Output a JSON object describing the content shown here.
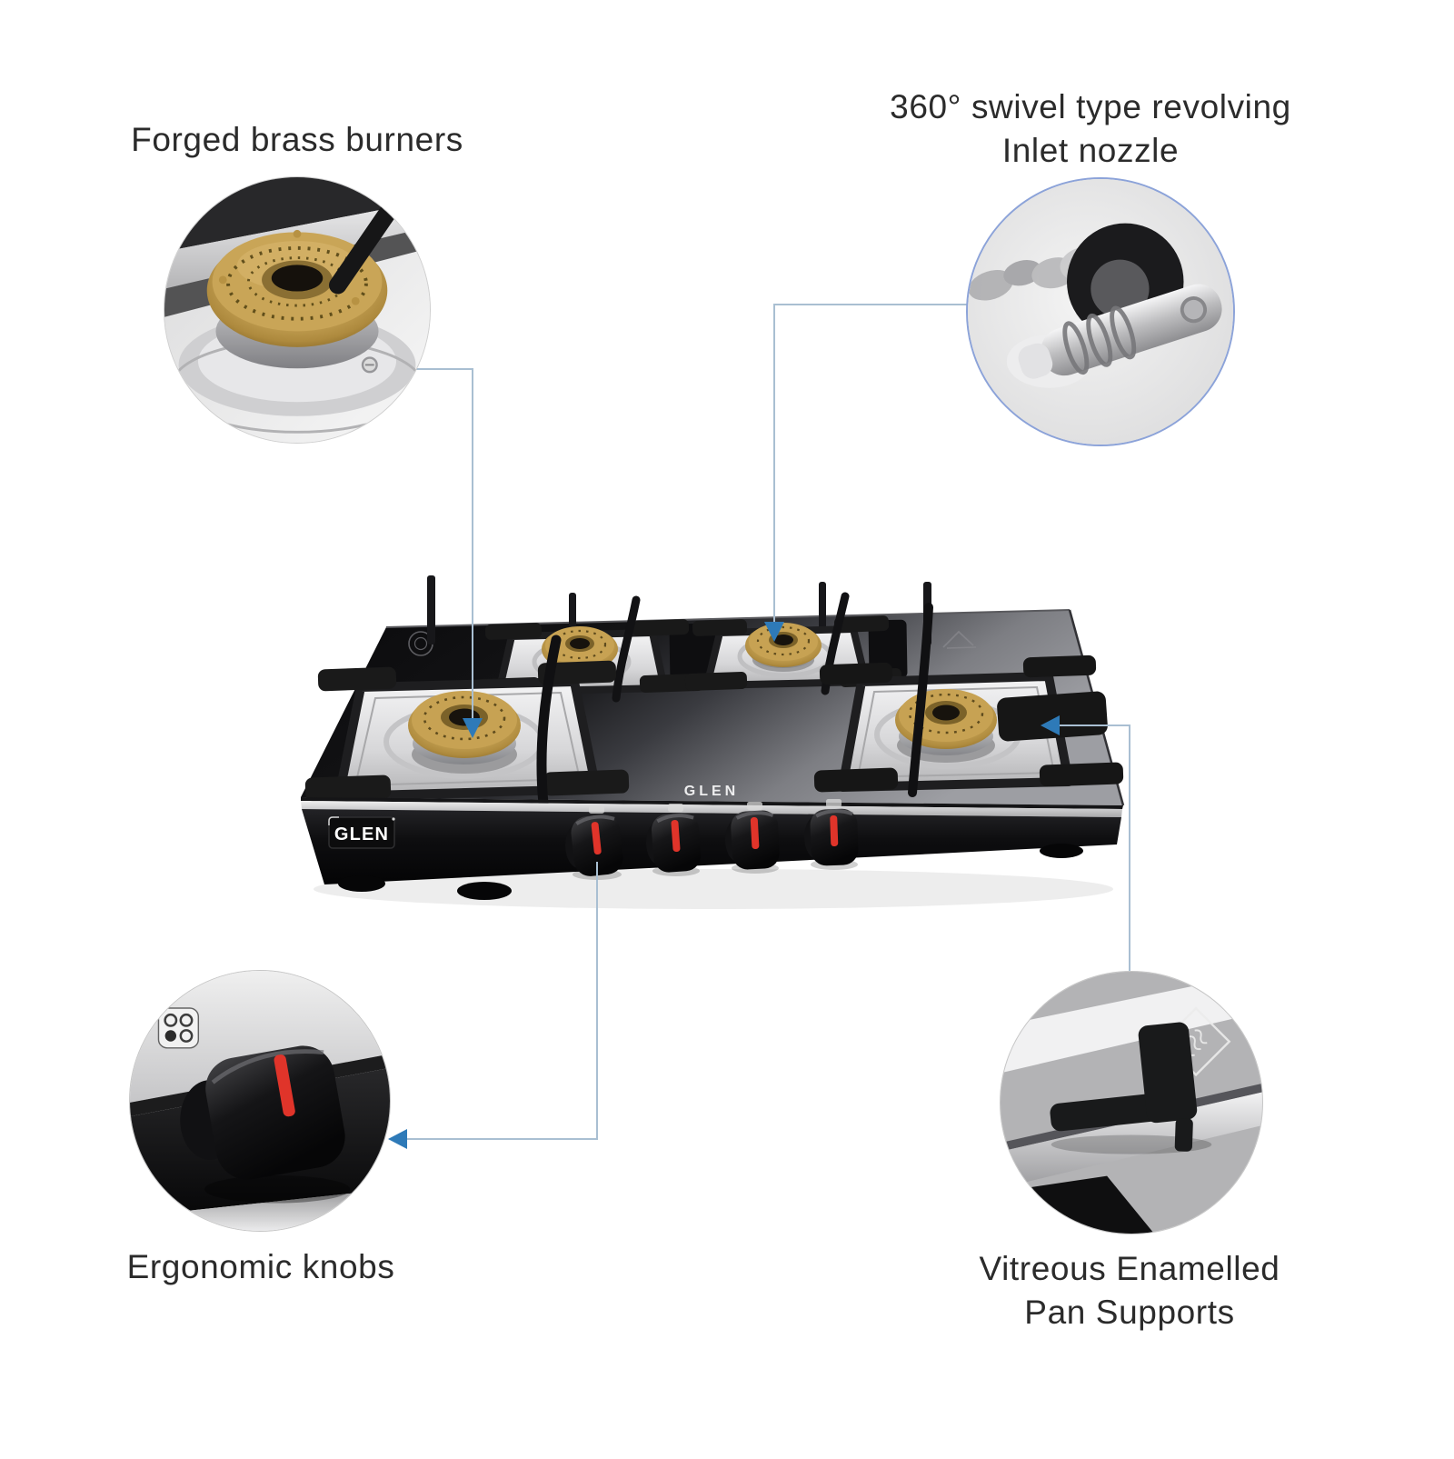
{
  "labels": {
    "brass_burners": "Forged brass burners",
    "inlet_nozzle_line1": "360° swivel type revolving",
    "inlet_nozzle_line2": "Inlet nozzle",
    "knobs": "Ergonomic knobs",
    "pan_supports_line1": "Vitreous Enamelled",
    "pan_supports_line2": "Pan Supports"
  },
  "product": {
    "brand_badge": "GLEN",
    "glass_brand": "GLEN",
    "burner_count": 4
  },
  "colors": {
    "background": "#ffffff",
    "connector_line": "#a9bfd2",
    "arrow": "#2e7ab8",
    "nozzle_circle_border": "#8ca3d9",
    "knob_indicator": "#e0342a",
    "brass": "#c3a254",
    "label_text": "#2b2b2b"
  }
}
